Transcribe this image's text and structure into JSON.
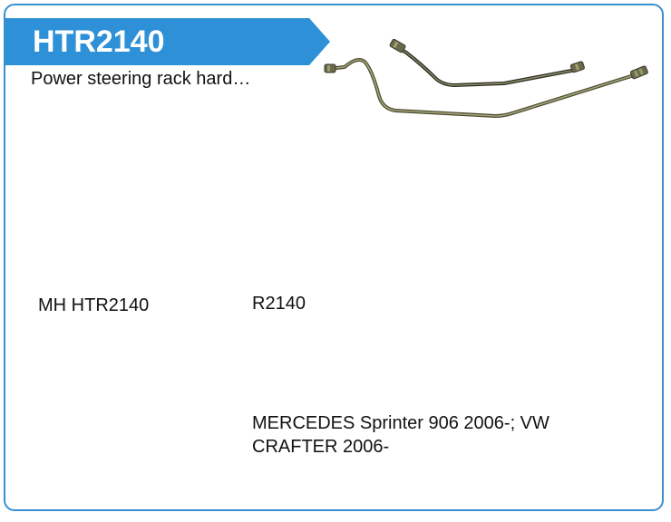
{
  "product": {
    "code": "HTR2140",
    "description": "Power steering rack hard…",
    "brand_code": "MH HTR2140",
    "reference": "R2140",
    "application": "MERCEDES Sprinter 906 2006-; VW CRAFTER 2006-"
  },
  "colors": {
    "accent": "#2e90d6",
    "border": "#3a8fcf",
    "pipe": "#5a5a3c"
  },
  "image": {
    "icon": "power-steering-pipe-image"
  }
}
